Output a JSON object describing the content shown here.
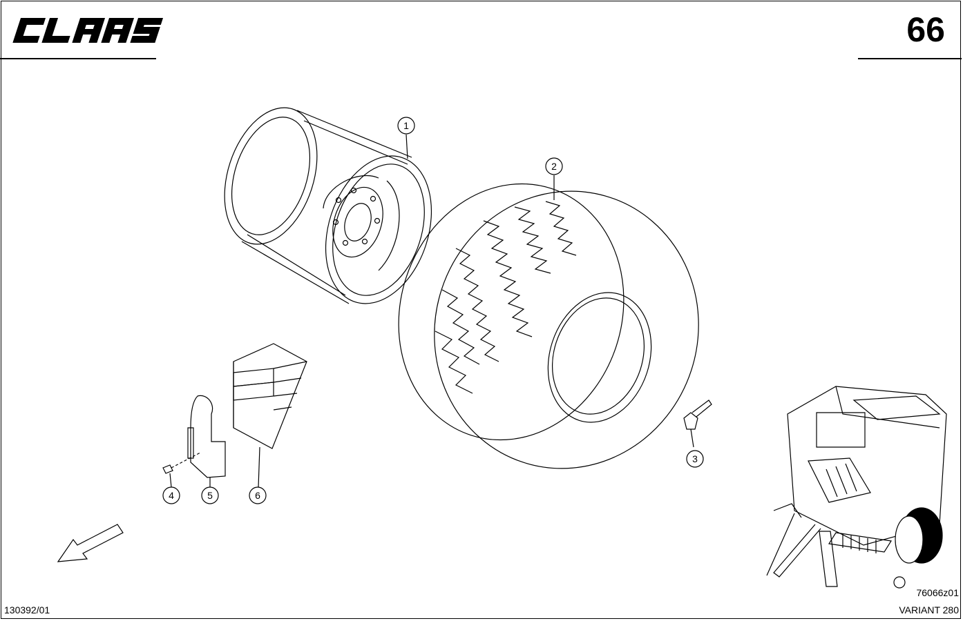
{
  "header": {
    "brand": "CLAAS",
    "page_number": "66"
  },
  "footer": {
    "doc_ref": "130392/01",
    "figure_code": "76066z01",
    "model": "VARIANT 280"
  },
  "callouts": [
    {
      "number": "1",
      "part": "wheel-rim"
    },
    {
      "number": "2",
      "part": "tyre"
    },
    {
      "number": "3",
      "part": "valve"
    },
    {
      "number": "4",
      "part": "bolt"
    },
    {
      "number": "5",
      "part": "bracket"
    },
    {
      "number": "6",
      "part": "wheel-chock"
    }
  ]
}
